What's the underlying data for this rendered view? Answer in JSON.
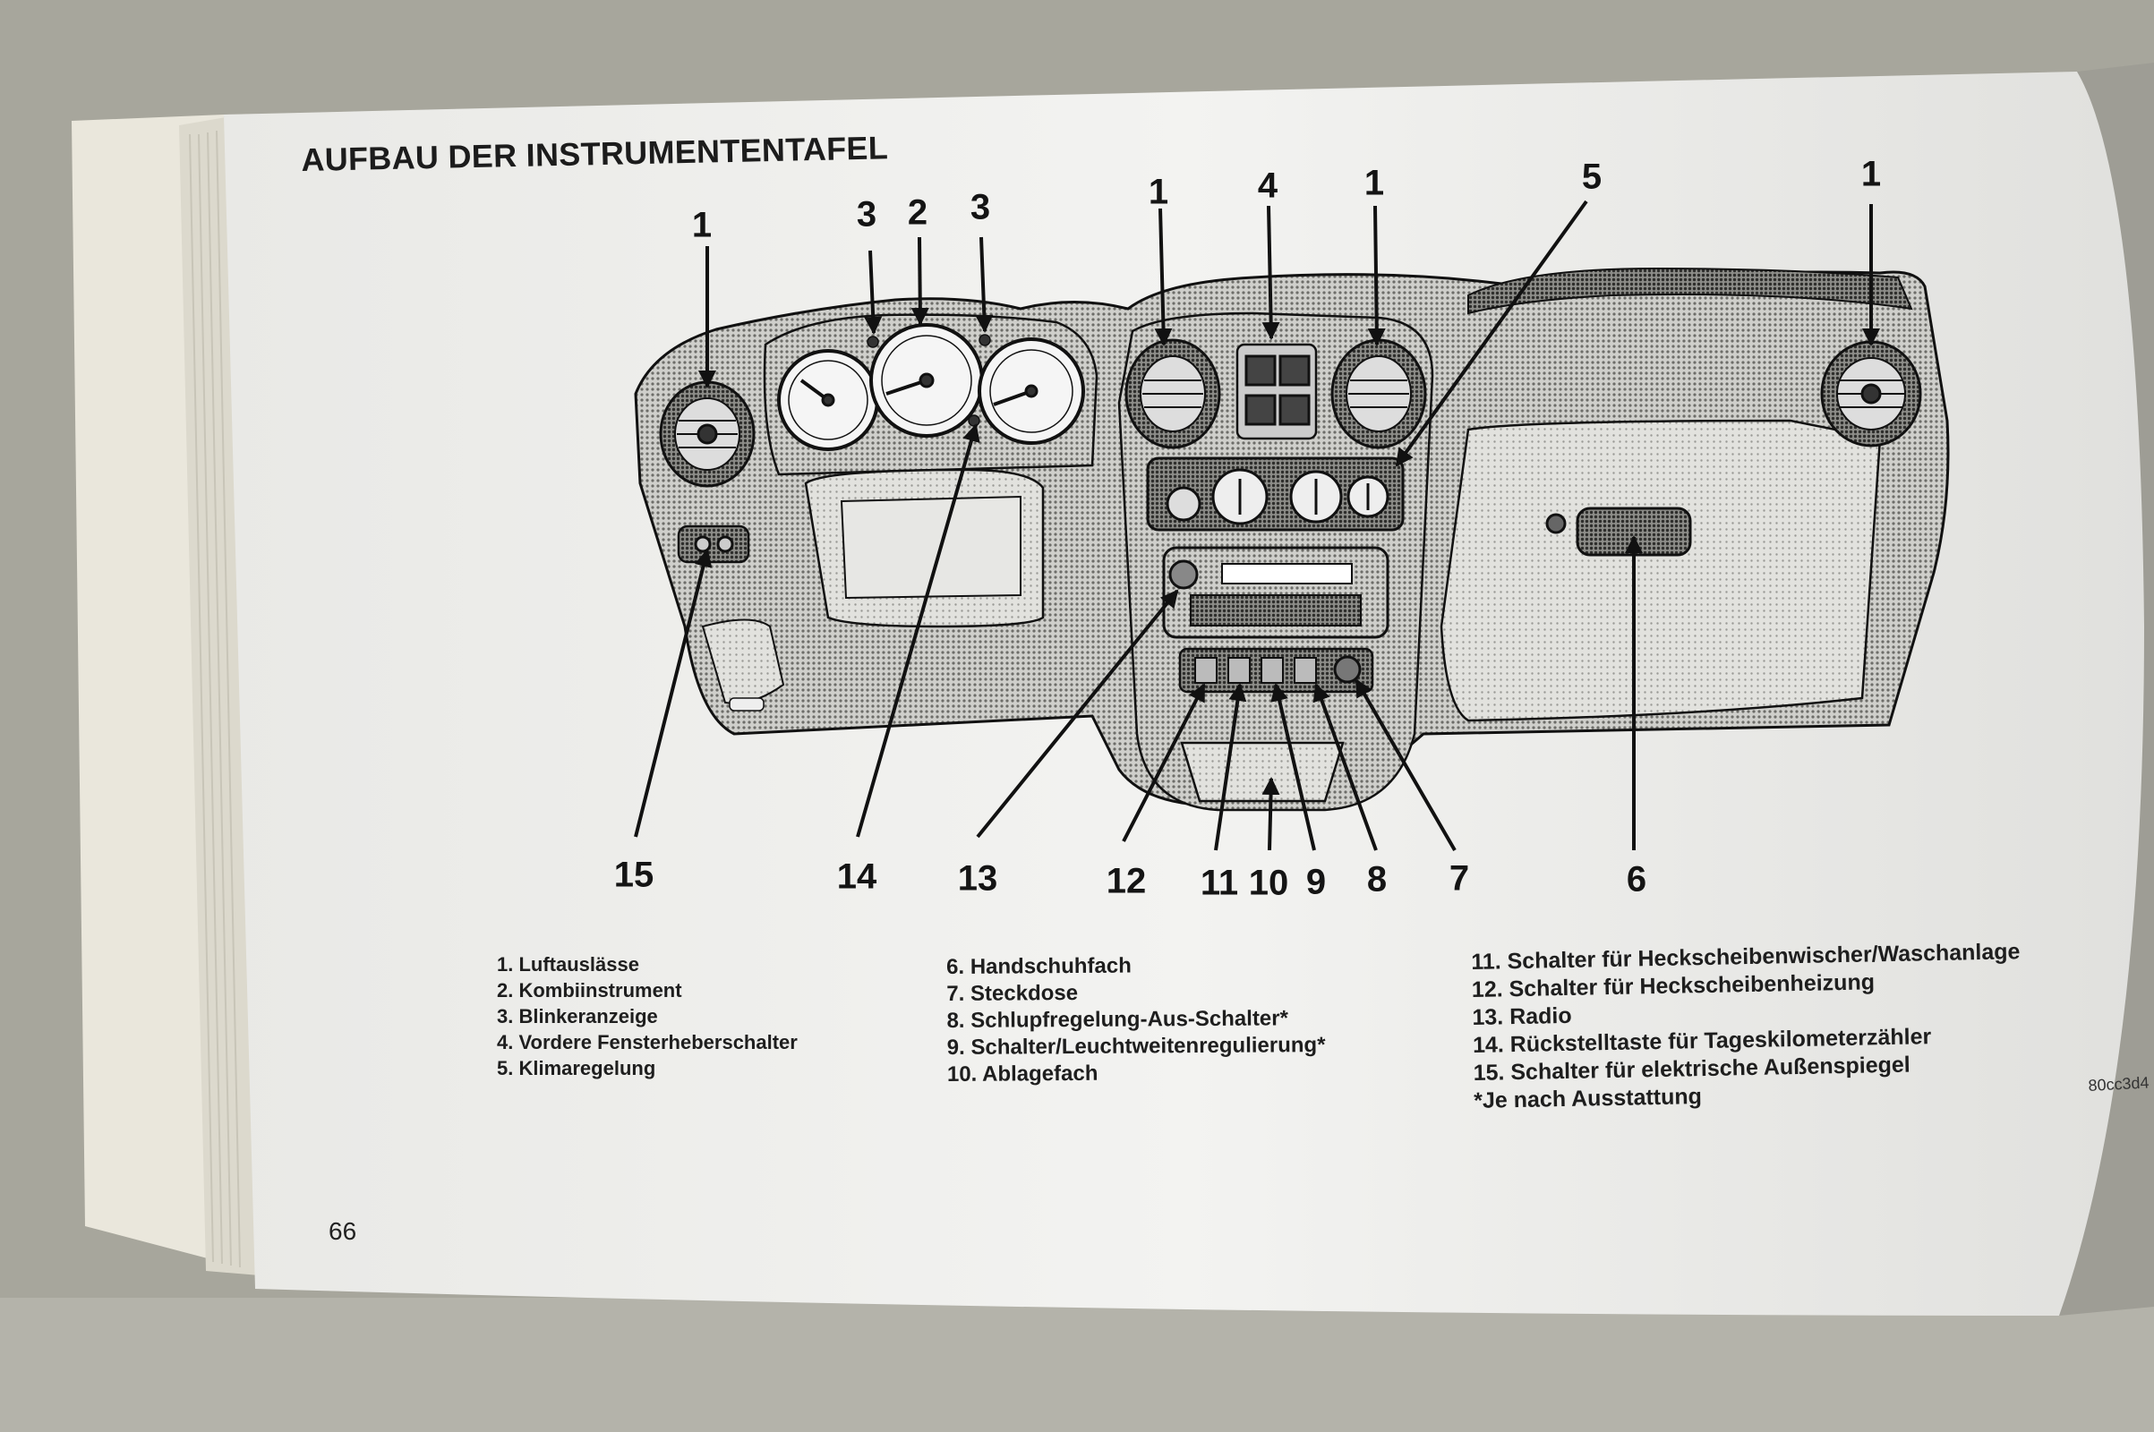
{
  "page": {
    "title": "AUFBAU DER INSTRUMENTENTAFEL",
    "page_number": "66",
    "figure_code": "80cc3d4"
  },
  "callouts": [
    "1",
    "3",
    "2",
    "3",
    "1",
    "4",
    "1",
    "5",
    "1",
    "15",
    "14",
    "13",
    "12",
    "11",
    "10",
    "9",
    "8",
    "7",
    "6"
  ],
  "legend": {
    "column_1": [
      "1. Luftauslässe",
      "2. Kombiinstrument",
      "3. Blinkeranzeige",
      "4. Vordere Fensterheberschalter",
      "5. Klimaregelung"
    ],
    "column_2": [
      "6. Handschuhfach",
      "7. Steckdose",
      "8. Schlupfregelung-Aus-Schalter*",
      "9. Schalter/Leuchtweitenregulierung*",
      "10. Ablagefach"
    ],
    "column_3": [
      "11. Schalter für Heckscheibenwischer/Waschanlage",
      "12. Schalter für Heckscheibenheizung",
      "13. Radio",
      "14. Rückstelltaste für Tageskilometerzähler",
      "15. Schalter für elektrische Außenspiegel",
      "*Je nach Ausstattung"
    ]
  },
  "illustration": {
    "subject": "dashboard-line-drawing",
    "outlet_icon": "air-vent-icon",
    "gauge_icon": "gauge-icon"
  }
}
